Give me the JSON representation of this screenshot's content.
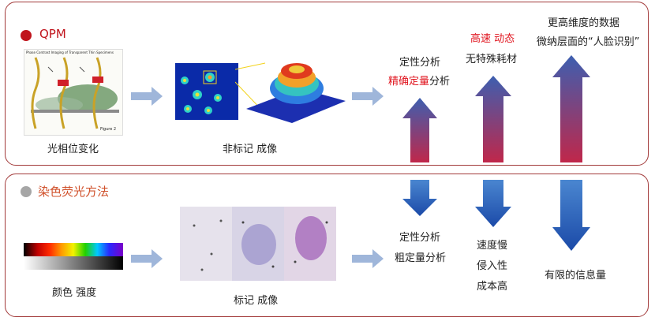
{
  "top": {
    "title": "QPM",
    "dot_color": "#c0141c",
    "title_color": "#c0141c",
    "figure_title": "Phase Contrast Imaging of Transparent Thin Specimens",
    "figure_label": "Figure 2",
    "caption1": "光相位变化",
    "caption2": "非标记 成像",
    "col1": {
      "line1": "定性分析",
      "line2_red": "精确定量",
      "line2_rest": "分析"
    },
    "col2": {
      "line1_red": "高速 动态",
      "line2": "无特殊耗材"
    },
    "col3": {
      "line1": "更高维度的数据",
      "line2": "微纳层面的“人脸识别”"
    }
  },
  "bottom": {
    "title": "染色荧光方法",
    "dot_color": "#a6a6a6",
    "title_color": "#d0502a",
    "caption1": "颜色 强度",
    "caption2": "标记 成像",
    "col1": {
      "line1": "定性分析",
      "line2": "粗定量分析"
    },
    "col2": {
      "line1": "速度慢",
      "line2": "侵入性",
      "line3": "成本高"
    },
    "col3": {
      "line1": "有限的信息量"
    }
  }
}
